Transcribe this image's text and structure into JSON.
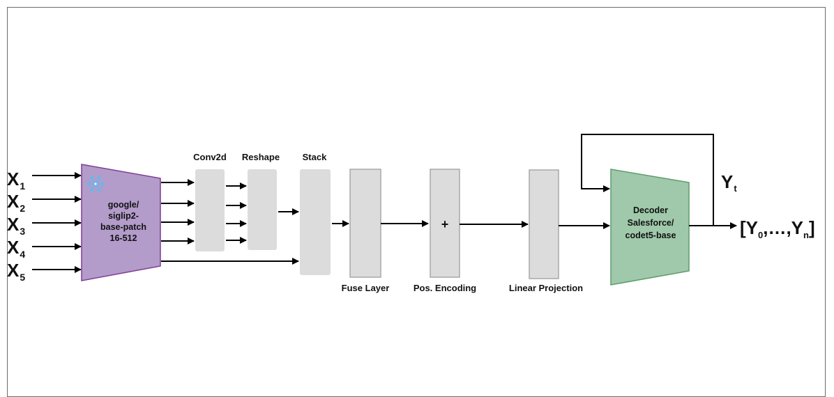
{
  "inputs": [
    {
      "letter": "X",
      "sub": "1"
    },
    {
      "letter": "X",
      "sub": "2"
    },
    {
      "letter": "X",
      "sub": "3"
    },
    {
      "letter": "X",
      "sub": "4"
    },
    {
      "letter": "X",
      "sub": "5"
    }
  ],
  "encoder": {
    "lines": [
      "google/",
      "siglip2-",
      "base-patch",
      "16-512"
    ],
    "icon": "snowflake-icon",
    "color": "#b39bca",
    "border_color": "#7d3e96"
  },
  "labels": {
    "conv2d": "Conv2d",
    "reshape": "Reshape",
    "stack": "Stack",
    "fuse_layer": "Fuse Layer",
    "pos_encoding": "Pos. Encoding",
    "linear_projection": "Linear Projection"
  },
  "pos_symbol": "+",
  "decoder": {
    "lines": [
      "Decoder",
      "Salesforce/",
      "codet5-base"
    ],
    "color": "#9fc9aa",
    "border_color": "#5e9c6d"
  },
  "feedback": {
    "letter": "Y",
    "sub": "t"
  },
  "output": {
    "open": "[Y",
    "sub0": "0",
    "middle": ",…,Y",
    "subn": "n",
    "close": "]"
  },
  "colors": {
    "block_fill": "#dcdcdc",
    "block_border": "#a8a8a8",
    "arrow": "#000000"
  }
}
